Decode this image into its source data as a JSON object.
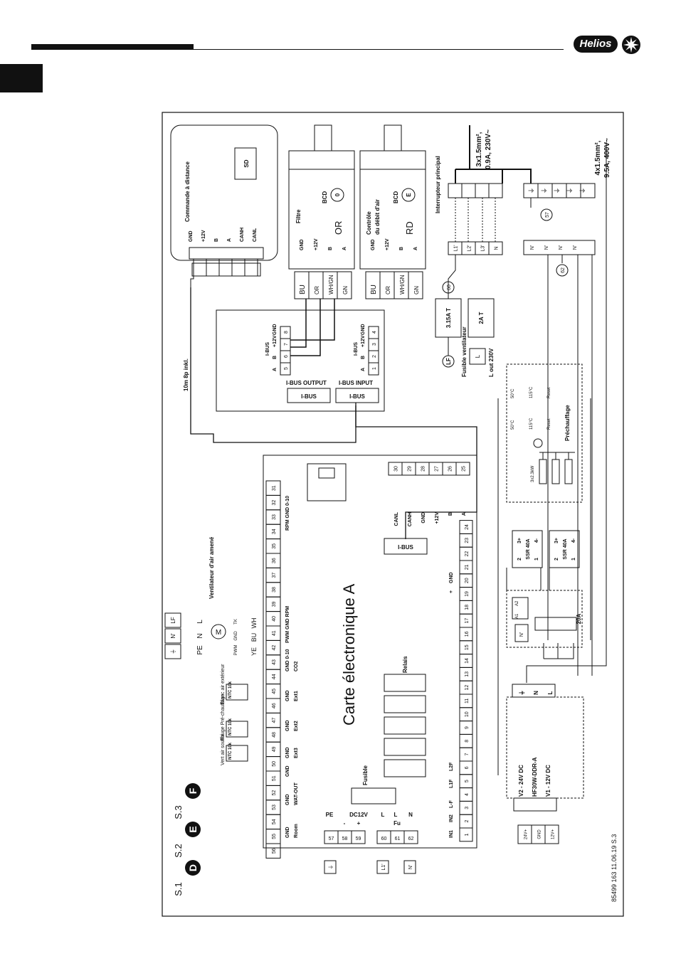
{
  "header": {
    "brand": "Helios"
  },
  "diagram": {
    "title": "Carte électronique A",
    "remote": {
      "label": "Commande à distance",
      "sd": "SD",
      "pins": [
        "GND",
        "+12V",
        "B",
        "A",
        "CANH",
        "CANL"
      ]
    },
    "filter": {
      "label": "Filtre",
      "bcd": "BCD",
      "code": "OR",
      "knob": "0",
      "pins": [
        "GND",
        "+12V",
        "B",
        "A"
      ],
      "wires": [
        "BU",
        "OR",
        "WH/GN",
        "GN"
      ]
    },
    "flow": {
      "label1": "Contrôle",
      "label2": "du débit d'air",
      "bcd": "BCD",
      "code": "RD",
      "knob": "E",
      "pins": [
        "GND",
        "+12V",
        "B",
        "A"
      ],
      "wires": [
        "BU",
        "OR",
        "WH/GN",
        "GN"
      ]
    },
    "cable": "10m 8p inkl.",
    "ibus_box": {
      "output": "I-BUS OUTPUT",
      "input": "I-BUS INPUT",
      "button": "I-BUS",
      "pins_out": [
        "5",
        "6",
        "7",
        "8"
      ],
      "pins_in": [
        "1",
        "2",
        "3",
        "4"
      ],
      "sig_out": [
        "A",
        "B",
        "+12V",
        "GND"
      ],
      "sig_in": [
        "A",
        "B",
        "+12V",
        "GND"
      ],
      "head": "I-BUS"
    },
    "main_switch": {
      "label": "Interrupteur principal",
      "terms": [
        "L1'",
        "L2'",
        "L3'",
        "N"
      ]
    },
    "supply1": {
      "line1": "3x1.5mm², ",
      "line2": "0.9A, 230V~"
    },
    "supply2": {
      "line1": "4x1.5mm², ",
      "line2": "9.5A, 400V~"
    },
    "n_terms": [
      "N'",
      "N'",
      "N'",
      "N'"
    ],
    "fuse": {
      "f1": "3.15A T",
      "f2": "2A T",
      "label1": "Fusible ventilateur",
      "label2": "L out 230V",
      "lf": "LF",
      "l": "L"
    },
    "circles": [
      "60",
      "57",
      "62"
    ],
    "preheat": {
      "label": "Préchauffage",
      "t1": "50°C",
      "t2": "115°C",
      "reset": "Reset",
      "heater": "3x2.3kW"
    },
    "contactor": {
      "label": "20A",
      "a1": "A1",
      "a2": "A2",
      "n": "N'"
    },
    "ssr": {
      "name": "SSR 40A",
      "pins": [
        "2",
        "3+",
        "4-",
        "1"
      ]
    },
    "psu": {
      "name": "HF30W-DDR-A",
      "v2": "V2 - 24V DC",
      "v1": "V1 - 12V DC",
      "in": [
        "⏚",
        "N",
        "L"
      ],
      "out": [
        "24V+",
        "GND",
        "12V+"
      ]
    },
    "can": {
      "pins": [
        "30",
        "29",
        "28",
        "27",
        "26",
        "25"
      ],
      "labels": [
        "CANL",
        "CANH",
        "GND",
        "+12V",
        "B",
        "A"
      ],
      "bus": "I-BUS"
    },
    "left_terms": [
      "56",
      "55",
      "54",
      "53",
      "52",
      "51",
      "50",
      "49",
      "48",
      "47",
      "46",
      "45",
      "44",
      "43",
      "42",
      "41",
      "40",
      "39",
      "38",
      "37",
      "36",
      "35",
      "34",
      "33",
      "32",
      "31"
    ],
    "left_labels": [
      "GND",
      "Room",
      "GND",
      "WAT-OUT",
      "GND",
      "",
      "GND",
      "Ext3",
      "GND",
      "Ext2",
      "GND",
      "Ext1",
      "GND 0-10",
      "CO2",
      "PWM GND RPM",
      "",
      "",
      "",
      "",
      "",
      "",
      "",
      "RPM GND 0-10"
    ],
    "right_terms": [
      "1",
      "2",
      "3",
      "4",
      "5",
      "6",
      "7",
      "8",
      "9",
      "10",
      "11",
      "12",
      "13",
      "14",
      "15",
      "16",
      "17",
      "18",
      "19",
      "20",
      "21",
      "22",
      "23",
      "24"
    ],
    "right_labels": [
      "IN1",
      "IN2",
      "L-F",
      "L1F",
      "L2F",
      "+",
      "GND"
    ],
    "bottom": {
      "pins": [
        "57",
        "58",
        "59",
        "60",
        "61",
        "62"
      ],
      "labels": [
        "PE",
        "DC12V",
        "-",
        "+",
        "L",
        "L",
        "Fu",
        "N"
      ],
      "pe": "⏚",
      "l1": "L1'",
      "n": "N'"
    },
    "fan": {
      "label": "Ventilateur d'air amené",
      "lf": "LF",
      "n": "N'",
      "pe": "⏚",
      "l": "L",
      "nn": "N",
      "pe2": "PE",
      "wires": [
        "WH",
        "BU",
        "YE"
      ],
      "sig": [
        "TK",
        "GND",
        "PWM"
      ],
      "m": "M"
    },
    "ntc": [
      {
        "name": "NTC 10k",
        "label": "Blanc air extérieur"
      },
      {
        "name": "NTC 10k",
        "label": "Rouge Pré-chauffage"
      },
      {
        "name": "NTC 10k",
        "label": "Vert air soufflé"
      }
    ],
    "fusible": "Fusible",
    "relais": "Relais",
    "footer": {
      "code": "85499 163   11.06.19   S.3",
      "s1": "S.1",
      "s2": "S.2",
      "s3": "S.3",
      "d": "D",
      "e": "E",
      "f": "F"
    }
  }
}
